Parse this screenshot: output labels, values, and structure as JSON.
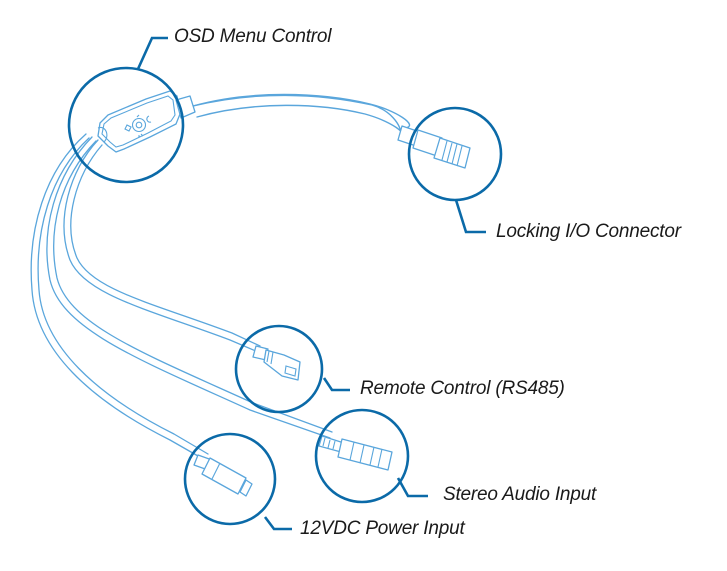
{
  "diagram": {
    "subject": "Camera breakout cable",
    "colors": {
      "cable": "#5aa6dc",
      "callout": "#0b6aa8",
      "text": "#1a1a1a",
      "background": "#ffffff"
    },
    "callouts": [
      {
        "id": "osd",
        "label": "OSD Menu Control"
      },
      {
        "id": "io",
        "label": "Locking I/O Connector"
      },
      {
        "id": "rs485",
        "label": "Remote Control (RS485)"
      },
      {
        "id": "audio",
        "label": "Stereo Audio Input"
      },
      {
        "id": "power",
        "label": "12VDC Power Input"
      }
    ]
  }
}
